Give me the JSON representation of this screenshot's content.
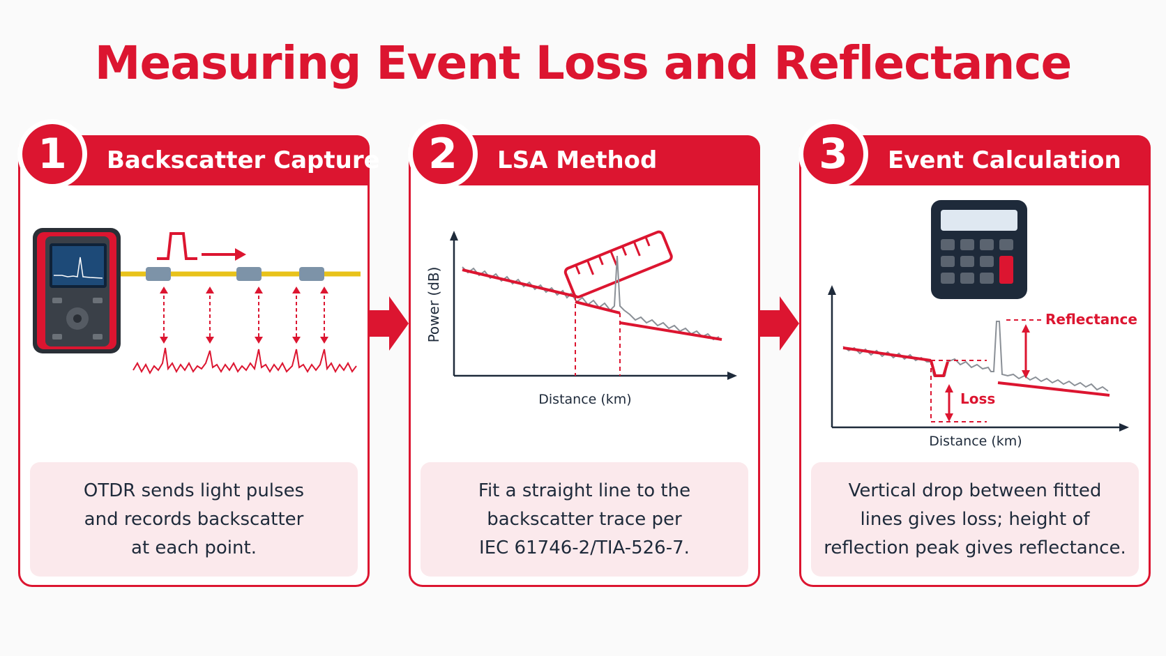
{
  "title": "Measuring Event Loss and Reflectance",
  "colors": {
    "accent": "#dc1530",
    "fiber": "#e8c21a",
    "dark": "#1e2a3a",
    "trace": "#8a8f96",
    "panel_fill": "#fbe9ec"
  },
  "steps": [
    {
      "number": "1",
      "heading": "Backscatter Capture",
      "description": [
        "OTDR sends light pulses",
        "and records backscatter",
        "at each point."
      ],
      "icons": [
        "otdr-device-icon",
        "light-pulse-icon",
        "fiber-cable-icon"
      ]
    },
    {
      "number": "2",
      "heading": "LSA Method",
      "description": [
        "Fit a straight line to the",
        "backscatter trace per",
        "IEC 61746-2/TIA-526-7."
      ],
      "chart": {
        "ylabel": "Power (dB)",
        "xlabel": "Distance (km)"
      },
      "icons": [
        "ruler-icon"
      ]
    },
    {
      "number": "3",
      "heading": "Event Calculation",
      "description": [
        "Vertical drop between fitted",
        "lines gives loss; height of",
        "reflection peak gives reflectance."
      ],
      "chart": {
        "xlabel": "Distance (km)",
        "loss_label": "Loss",
        "reflectance_label": "Reflectance"
      },
      "icons": [
        "calculator-icon"
      ]
    }
  ]
}
